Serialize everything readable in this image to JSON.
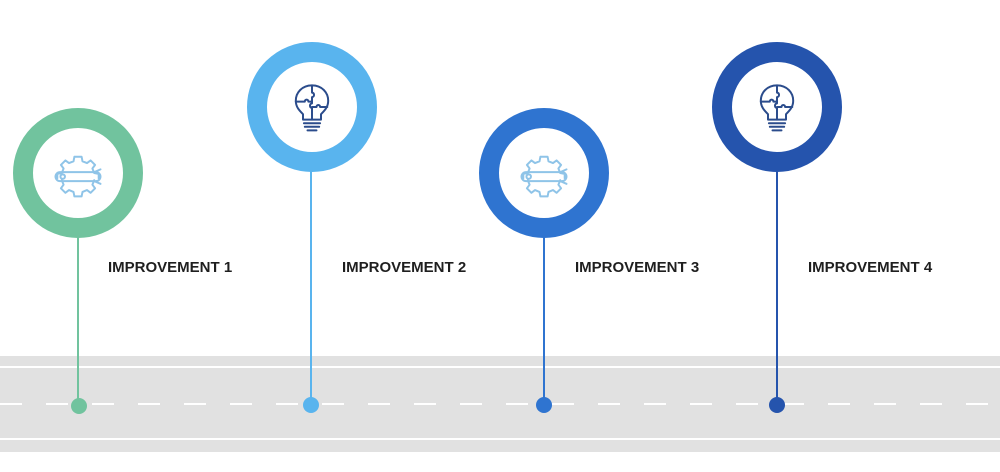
{
  "milestones": [
    {
      "label": "IMPROVEMENT 1",
      "icon": "gear-wrench-icon",
      "color": "#71c39e"
    },
    {
      "label": "IMPROVEMENT 2",
      "icon": "puzzle-lightbulb-icon",
      "color": "#59b4ee"
    },
    {
      "label": "IMPROVEMENT 3",
      "icon": "gear-wrench-icon",
      "color": "#2f74d0"
    },
    {
      "label": "IMPROVEMENT 4",
      "icon": "puzzle-lightbulb-icon",
      "color": "#2554ad"
    }
  ],
  "colors": {
    "road": "#e1e1e1",
    "road_markings": "#ffffff",
    "icon_light": "#8fc4e8",
    "icon_dark": "#2b4c8c",
    "label_text": "#1f1f1f"
  }
}
